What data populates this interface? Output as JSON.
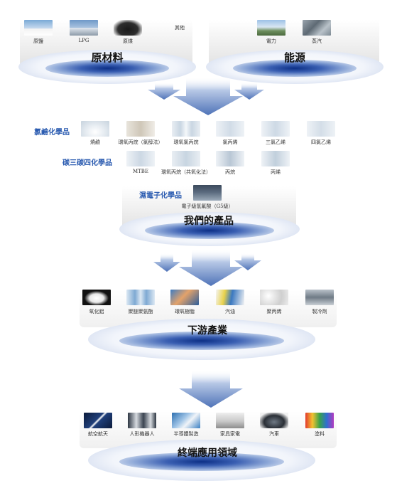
{
  "raw_materials": {
    "heading": "原材料",
    "items": [
      {
        "label": "原鹽",
        "icon": "salt-field-photo"
      },
      {
        "label": "LPG",
        "icon": "lpg-tanks-photo"
      },
      {
        "label": "原煤",
        "icon": "coal-photo"
      }
    ],
    "other_label": "其他"
  },
  "energy": {
    "heading": "能源",
    "items": [
      {
        "label": "電力",
        "icon": "power-plant-photo"
      },
      {
        "label": "蒸汽",
        "icon": "steam-plant-photo"
      }
    ]
  },
  "products": {
    "heading": "我們的產品",
    "chlor_alkali": {
      "label": "氯鹼化學品",
      "items": [
        "燒鹼",
        "環氧丙烷（氯醇法）",
        "環氧氯丙烷",
        "氯丙烯",
        "三氯乙烯",
        "四氯乙烯"
      ]
    },
    "c3_c4": {
      "label": "碳三碳四化學品",
      "items": [
        "MTBE",
        "環氧丙烷（共氧化法）",
        "丙烷",
        "丙烯"
      ]
    },
    "electronic": {
      "label": "濕電子化學品",
      "items": [
        "電子級氫氟酸（G5級）"
      ]
    }
  },
  "downstream": {
    "heading": "下游產業",
    "items": [
      "氧化鋁",
      "聚醚聚氨酯",
      "環氧樹脂",
      "汽油",
      "聚丙烯",
      "製冷劑"
    ]
  },
  "end_use": {
    "heading": "終端應用領域",
    "items": [
      "航空航天",
      "人形機器人",
      "半導體製造",
      "家具家電",
      "汽車",
      "塗料"
    ]
  },
  "colors": {
    "disc_dark": "#0c2f86",
    "category_blue": "#2a5bb0",
    "arrow_blue": "#5b7fbf"
  }
}
